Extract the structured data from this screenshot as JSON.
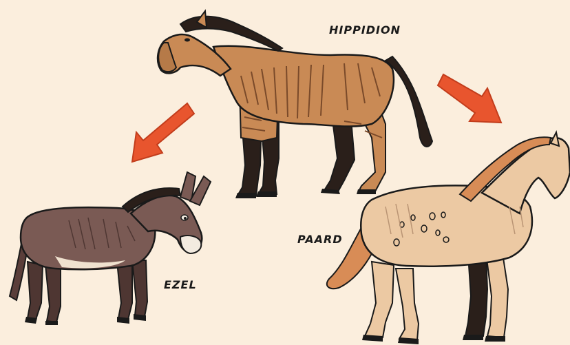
{
  "labels": {
    "hippidion": "HIPPIDION",
    "paard": "PAARD",
    "ezel": "EZEL"
  },
  "colors": {
    "background": "#fbeedd",
    "arrow": "#e8552e",
    "hippidion_body": "#c98a55",
    "donkey_body": "#7a5a54",
    "horse_body": "#ecc9a3",
    "outline": "#1a1a1a"
  }
}
